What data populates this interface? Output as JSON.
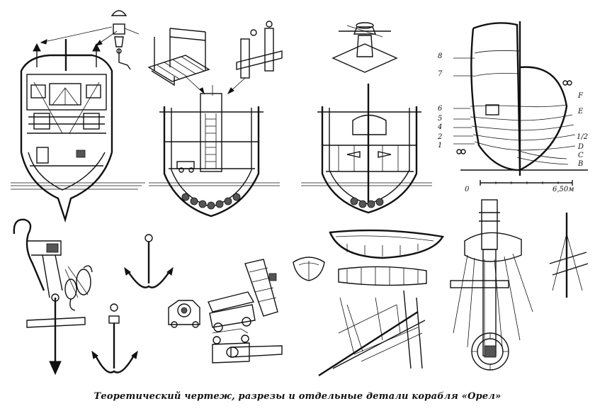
{
  "caption": "Теоретический чертеж, разрезы  и отдельные детали корабля «Орел»",
  "plan_labels": {
    "left": [
      "8",
      "7",
      "6",
      "5",
      "4",
      "2",
      "1"
    ],
    "right": [
      "F",
      "E",
      "1/2",
      "D",
      "C",
      "B"
    ],
    "scale_start": "0",
    "scale_end": "6,50м"
  }
}
